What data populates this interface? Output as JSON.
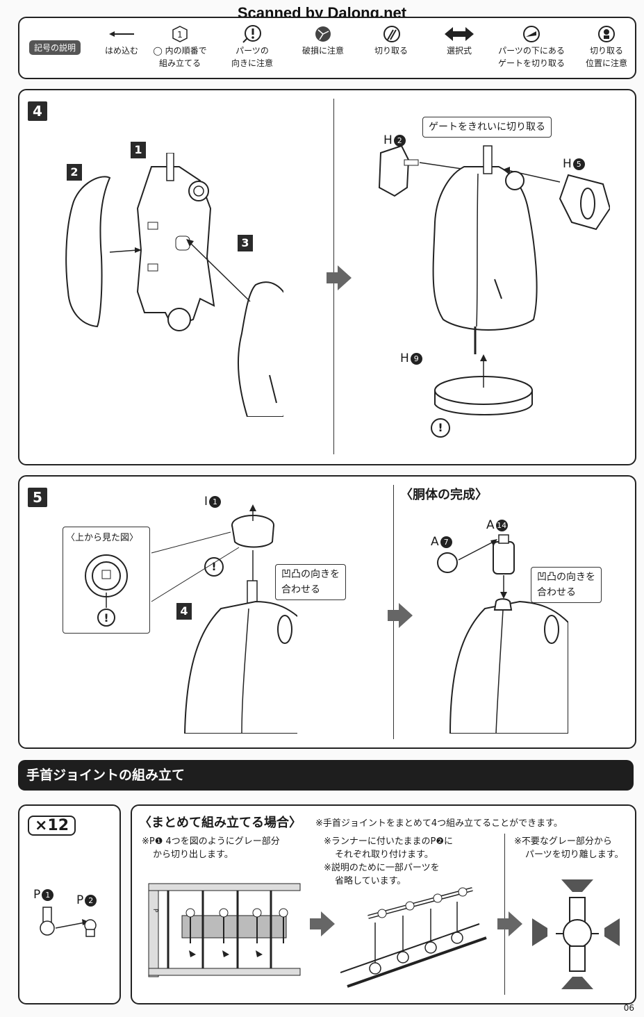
{
  "watermark": "Scanned by Dalong.net",
  "legend": {
    "title": "記号の説明",
    "items": [
      {
        "icon": "arrow-left-icon",
        "label_1": "はめ込む",
        "label_2": ""
      },
      {
        "icon": "numbered-hexagon-icon",
        "label_1": "◯ 内の順番で",
        "label_2": "組み立てる"
      },
      {
        "icon": "exclamation-circle-icon",
        "label_1": "パーツの",
        "label_2": "向きに注意"
      },
      {
        "icon": "breakage-icon",
        "label_1": "破損に注意",
        "label_2": ""
      },
      {
        "icon": "nipper-icon",
        "label_1": "切り取る",
        "label_2": ""
      },
      {
        "icon": "double-arrow-icon",
        "label_1": "選択式",
        "label_2": ""
      },
      {
        "icon": "gate-under-part-icon",
        "label_1": "パーツの下にある",
        "label_2": "ゲートを切り取る"
      },
      {
        "icon": "cut-position-icon",
        "label_1": "切り取る",
        "label_2": "位置に注意"
      }
    ]
  },
  "step4": {
    "number": "4",
    "parts": {
      "p1": "1",
      "p2": "2",
      "p3": "3"
    },
    "callout": "ゲートをきれいに切り取る",
    "h2": "H",
    "h2n": "2",
    "h5": "H",
    "h5n": "5",
    "h9": "H",
    "h9n": "9",
    "warn": "!"
  },
  "step5": {
    "number": "5",
    "top_view_label": "〈上から見た図〉",
    "i1": "I",
    "i1n": "1",
    "callout": "凹凸の向きを\n合わせる",
    "part4": "4",
    "complete_title": "〈胴体の完成〉",
    "a7": "A",
    "a7n": "7",
    "a14": "A",
    "a14n": "14",
    "callout2": "凹凸の向きを\n合わせる",
    "warn": "!"
  },
  "section_title": "手首ジョイントの組み立て",
  "wrist": {
    "qty": "×12",
    "p1": "P",
    "p1n": "1",
    "p2": "P",
    "p2n": "2",
    "group_title": "〈まとめて組み立てる場合〉",
    "group_note": "※手首ジョイントをまとめて4つ組み立てることができます。",
    "note1_1": "※P❶ 4つを図のようにグレー部分",
    "note1_2": "から切り出します。",
    "note2_1": "※ランナーに付いたままのP❷に",
    "note2_2": "それぞれ取り付けます。",
    "note2_3": "※説明のために一部パーツを",
    "note2_4": "省略しています。",
    "note3_1": "※不要なグレー部分から",
    "note3_2": "パーツを切り離します。",
    "runner_label": "P"
  },
  "page_number": "06"
}
